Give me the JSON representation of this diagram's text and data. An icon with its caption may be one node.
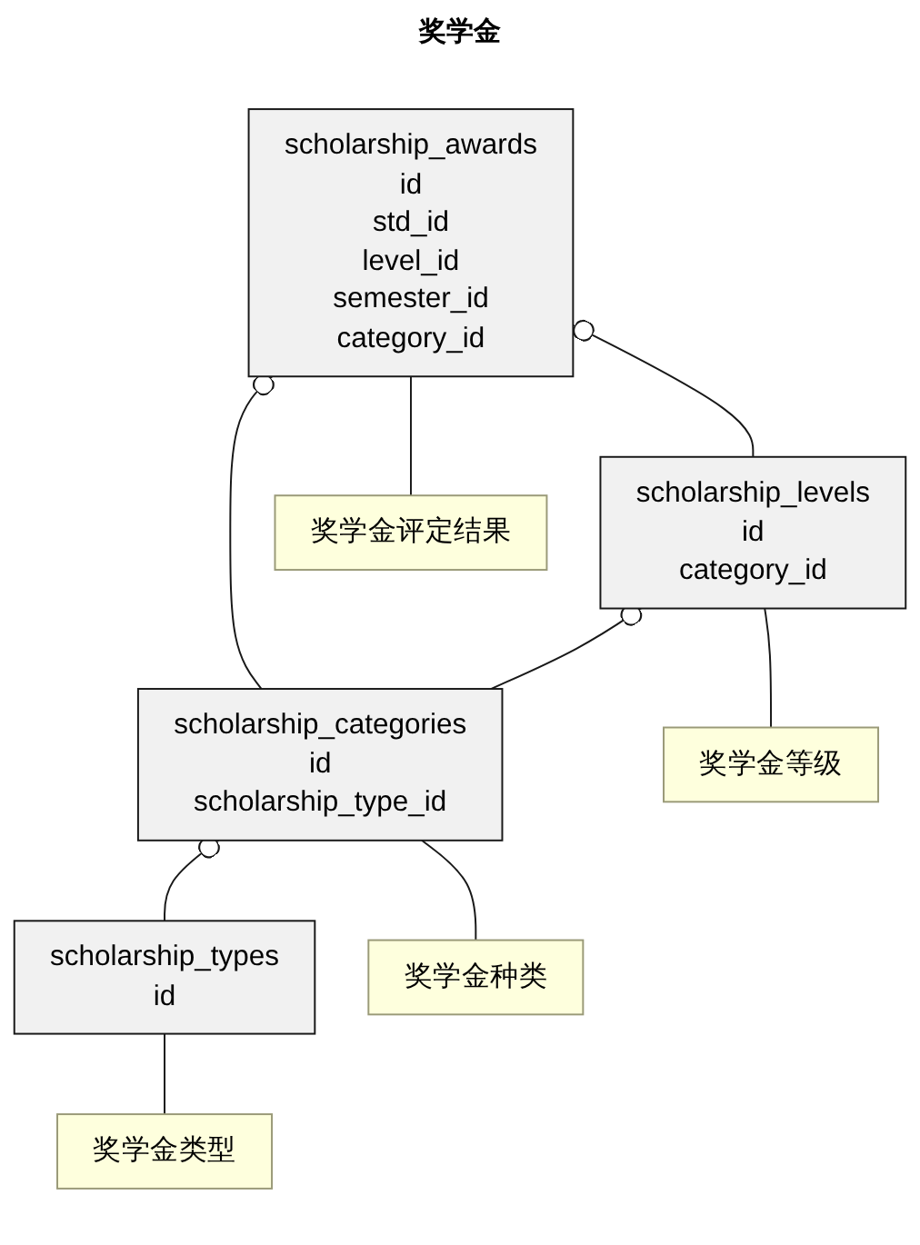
{
  "diagram": {
    "title": "奖学金",
    "nodes": [
      {
        "text": [
          "scholarship_awards",
          "id",
          "std_id",
          "level_id",
          "semester_id",
          "category_id"
        ]
      },
      {
        "text": [
          "scholarship_levels",
          "id",
          "category_id"
        ]
      },
      {
        "text": [
          "奖学金评定结果"
        ]
      },
      {
        "text": [
          "scholarship_categories",
          "id",
          "scholarship_type_id"
        ]
      },
      {
        "text": [
          "奖学金等级"
        ]
      },
      {
        "text": [
          "scholarship_types",
          "id"
        ]
      },
      {
        "text": [
          "奖学金种类"
        ]
      },
      {
        "text": [
          "奖学金类型"
        ]
      }
    ],
    "edges": [
      {
        "from": 1,
        "to": 0,
        "arrow": "other"
      },
      {
        "from": 3,
        "to": 0,
        "arrow": "other"
      },
      {
        "from": 3,
        "to": 1,
        "arrow": "other"
      },
      {
        "from": 5,
        "to": 3,
        "arrow": "other"
      },
      {
        "from": 2,
        "to": 0,
        "arrow": "none"
      },
      {
        "from": 4,
        "to": 1,
        "arrow": "none"
      },
      {
        "from": 6,
        "to": 3,
        "arrow": "none"
      },
      {
        "from": 7,
        "to": 5,
        "arrow": "none"
      }
    ]
  }
}
